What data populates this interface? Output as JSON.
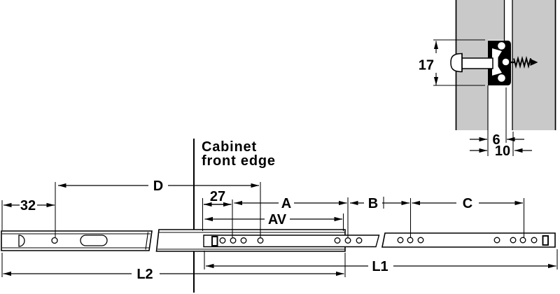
{
  "colors": {
    "background": "#ffffff",
    "line": "#000000",
    "panel_gray": "#c9c9c9"
  },
  "annotation": {
    "cabinet_front_edge_line1": "Cabinet",
    "cabinet_front_edge_line2": "front edge"
  },
  "dimensions": {
    "left_offset": "32",
    "rear_hole_distance": "D",
    "front_hole_offset": "27",
    "front_section": "A",
    "middle_gap": "B",
    "rear_section": "C",
    "extension": "AV",
    "length_outer": "L1",
    "length_inner": "L2"
  },
  "cross_section": {
    "height": "17",
    "inset": "6",
    "depth": "10"
  }
}
